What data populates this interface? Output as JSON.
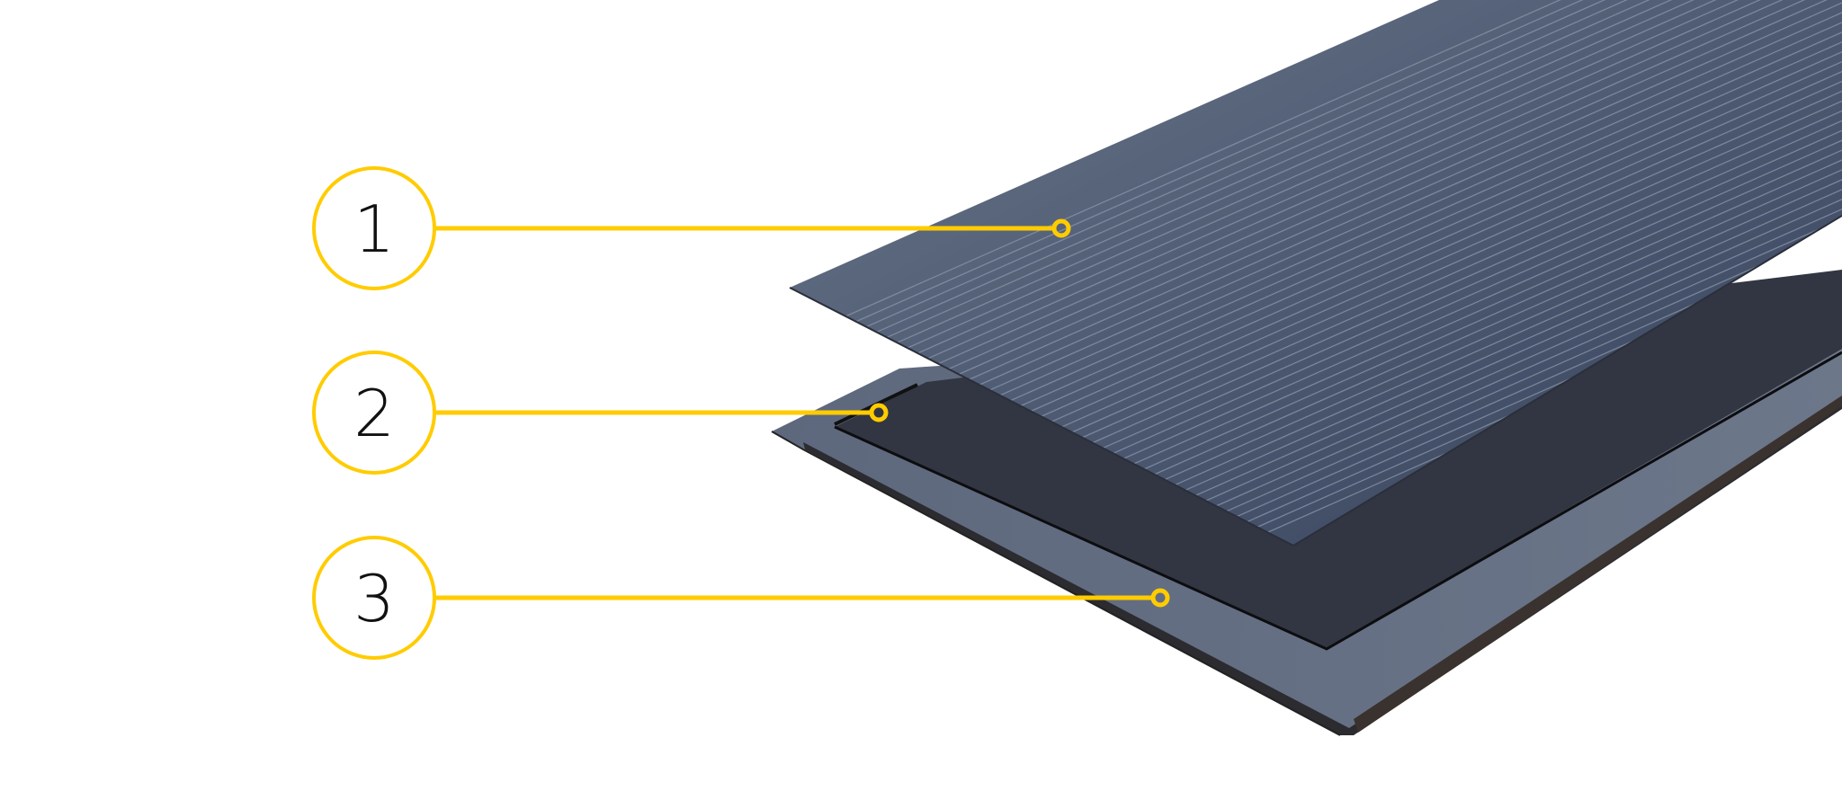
{
  "diagram": {
    "colors": {
      "callout": "#FFCC00",
      "top_layer": "#4f5b72",
      "middle_layer": "#323642",
      "base_layer": "#5f6a80",
      "stripes": "#8a97aa"
    },
    "callouts": [
      {
        "label": "1"
      },
      {
        "label": "2"
      },
      {
        "label": "3"
      }
    ]
  }
}
